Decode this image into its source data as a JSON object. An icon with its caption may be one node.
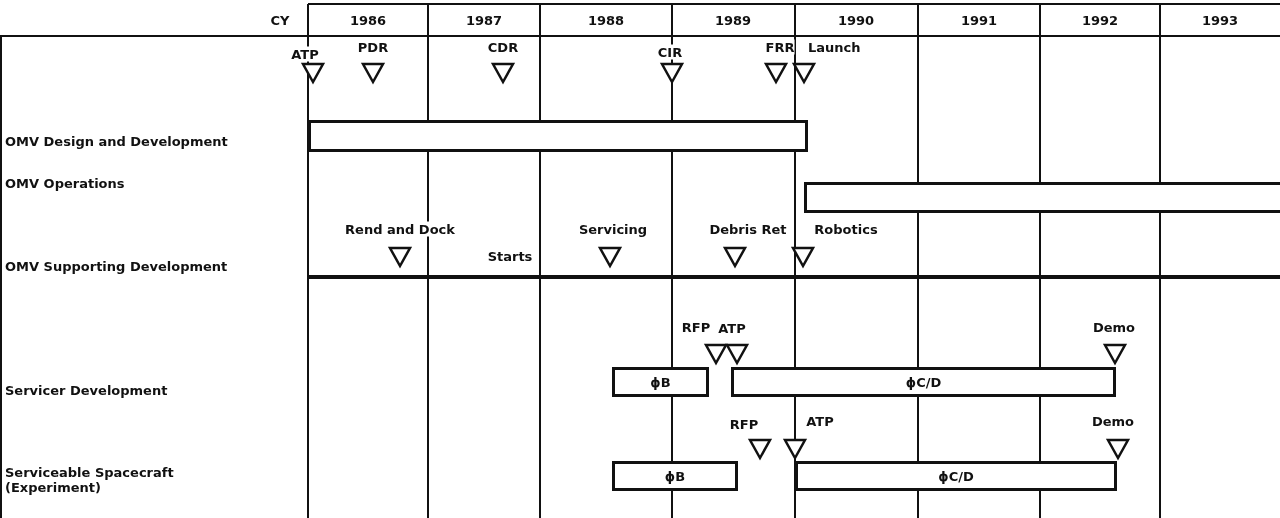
{
  "diagram": {
    "nodes": [
      {
        "text": [],
        "shape": "bar"
      },
      {
        "text": [],
        "shape": "bar"
      },
      {
        "text": [
          "ϕB"
        ]
      },
      {
        "text": [
          "ϕC/D"
        ]
      },
      {
        "text": [
          "ϕB"
        ]
      },
      {
        "text": [
          "ϕC/D"
        ]
      }
    ],
    "edges": [],
    "labels": [
      "CY",
      "1986",
      "1987",
      "1988",
      "1989",
      "1990",
      "1991",
      "1992",
      "1993",
      "ATP",
      "PDR",
      "CDR",
      "CIR",
      "FRR",
      "Launch",
      "OMV Design and Development",
      "OMV Operations",
      "Rend and Dock",
      "Servicing",
      "Debris Ret",
      "Robotics",
      "Starts",
      "OMV Supporting Development",
      "RFP",
      "ATP",
      "Demo",
      "Servicer Development",
      "RFP",
      "ATP",
      "Demo",
      "Serviceable Spacecraft (Experiment)"
    ]
  }
}
